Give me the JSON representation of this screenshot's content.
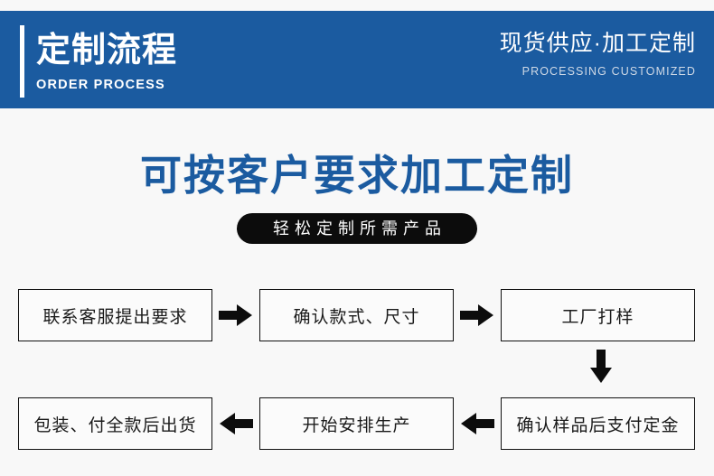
{
  "header": {
    "title": "定制流程",
    "subtitle": "ORDER PROCESS",
    "right_main": "现货供应·加工定制",
    "right_sub": "PROCESSING CUSTOMIZED",
    "band_color": "#1b5ba0",
    "accent_color": "#ffffff"
  },
  "hero": {
    "heading": "可按客户要求加工定制",
    "heading_color": "#1b5ba0",
    "badge": "轻松定制所需产品",
    "badge_bg": "#0c0c0c",
    "badge_color": "#ffffff"
  },
  "flow": {
    "row1": [
      {
        "label": "联系客服提出要求"
      },
      {
        "label": "确认款式、尺寸"
      },
      {
        "label": "工厂打样"
      }
    ],
    "row2": [
      {
        "label": "包装、付全款后出货"
      },
      {
        "label": "开始安排生产"
      },
      {
        "label": "确认样品后支付定金"
      }
    ],
    "arrows": {
      "row1_direction": "right",
      "row2_direction": "left",
      "connector_direction": "down"
    },
    "box_border_color": "#111111",
    "box_text_color": "#1a1a1a",
    "arrow_color": "#0c0c0c"
  },
  "page": {
    "background": "#f8f8f8"
  }
}
